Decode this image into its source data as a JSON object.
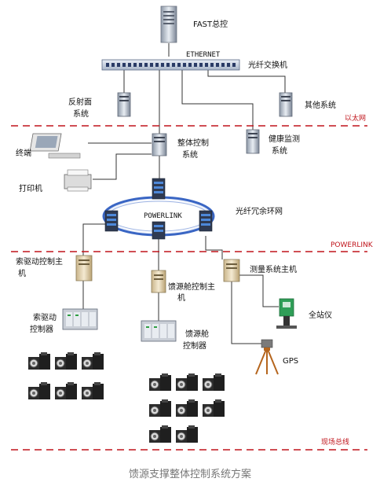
{
  "labels": {
    "fast": "FAST总控",
    "ethernet": "ETHERNET",
    "fiber_switch": "光纤交换机",
    "reflector_l1": "反射面",
    "reflector_l2": "系统",
    "other_system": "其他系统",
    "health_l1": "健康监测",
    "health_l2": "系统",
    "terminal": "终端",
    "overall_l1": "整体控制",
    "overall_l2": "系统",
    "printer": "打印机",
    "powerlink": "POWERLINK",
    "fiber_ring": "光纤冗余环网",
    "cable_host_l1": "索驱动控制主",
    "cable_host_l2": "机",
    "cabin_host_l1": "馈源舱控制主",
    "cabin_host_l2": "机",
    "measure_host": "测量系统主机",
    "cable_ctrl_l1": "索驱动",
    "cable_ctrl_l2": "控制器",
    "cabin_ctrl_l1": "馈源舱",
    "cabin_ctrl_l2": "控制器",
    "total_station": "全站仪",
    "gps": "GPS"
  },
  "zones": {
    "ethernet_zone": "以太网",
    "powerlink_zone": "POWERLINK",
    "field_bus_zone": "现场总线"
  },
  "caption": "馈源支撑整体控制系统方案",
  "colors": {
    "zone_line": "#c0141b",
    "link_line": "#333333",
    "ring_blue": "#3a66c4",
    "caption": "#777777"
  }
}
